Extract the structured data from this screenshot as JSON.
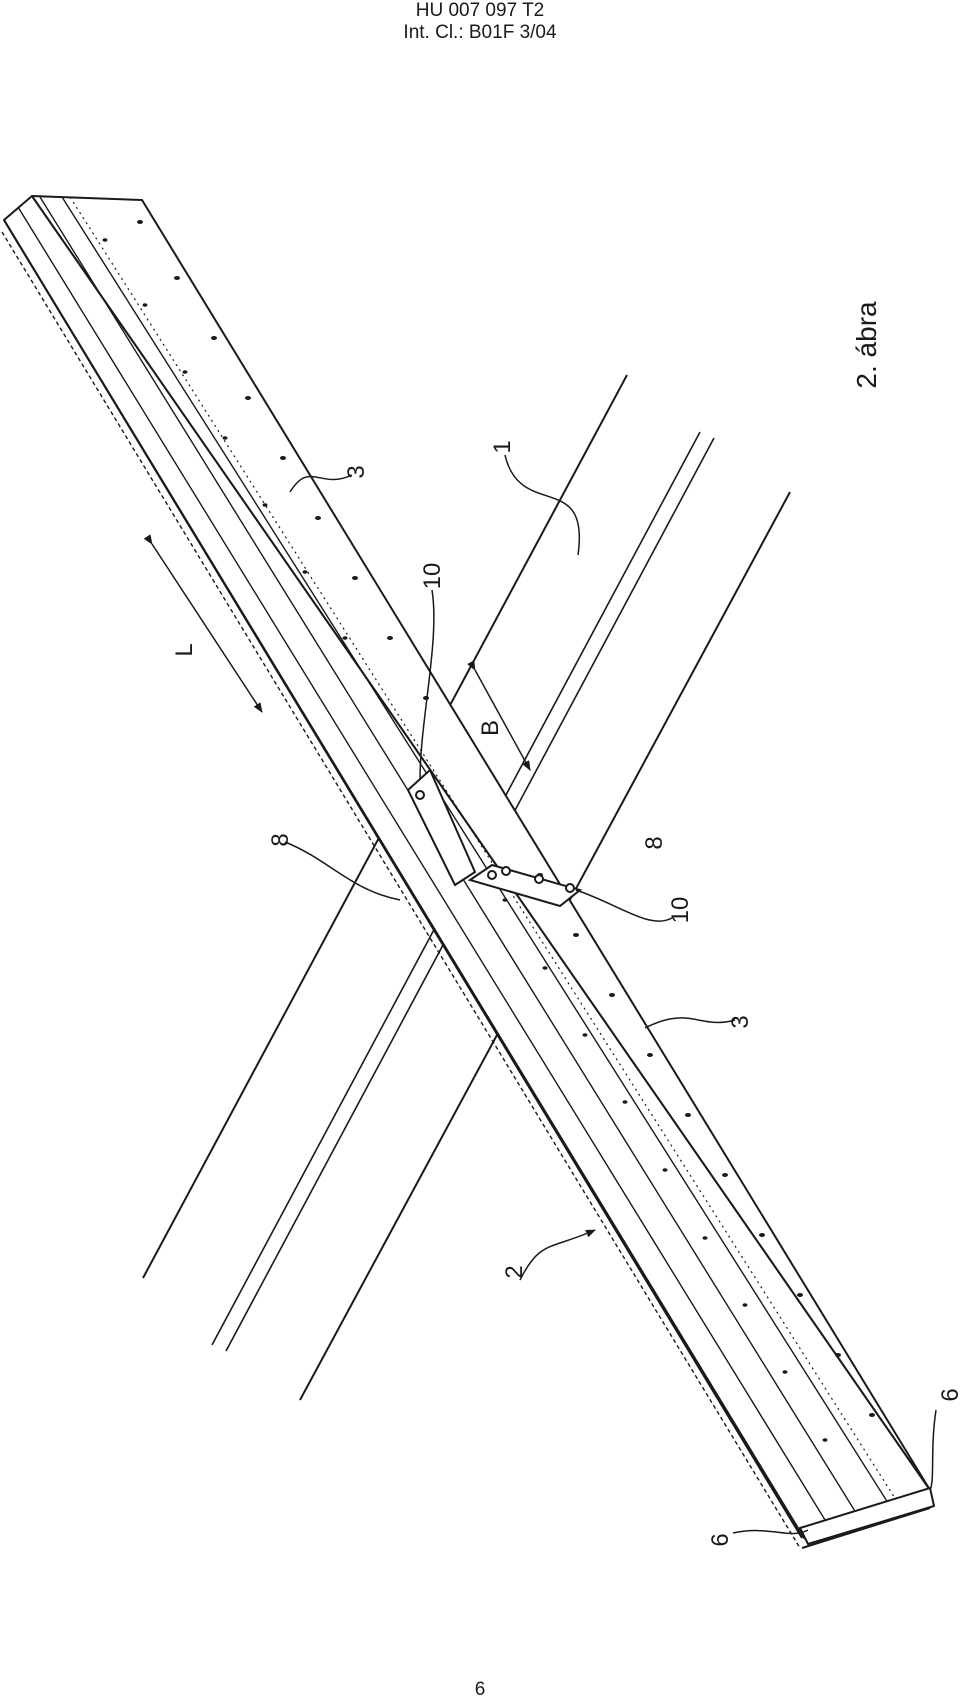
{
  "header": {
    "publication": "HU 007 097 T2",
    "classification": "Int. Cl.: B01F 3/04"
  },
  "figure": {
    "caption": "2. ábra",
    "labels": {
      "frame": "1",
      "assembly": "2",
      "shell_upper": "3",
      "shell_lower": "3",
      "end_left": "6",
      "end_right": "6",
      "beam_left": "8",
      "beam_right": "8",
      "clip_upper": "10",
      "clip_lower": "10",
      "length": "L",
      "width": "B"
    }
  },
  "page_number": "6"
}
